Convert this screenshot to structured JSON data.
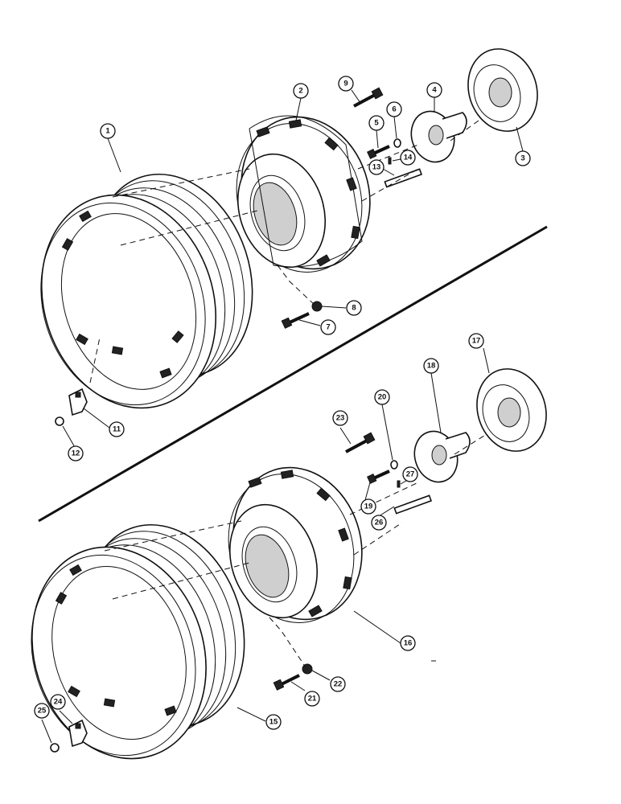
{
  "callouts": [
    {
      "id": "c1",
      "label": "1"
    },
    {
      "id": "c2",
      "label": "2"
    },
    {
      "id": "c3",
      "label": "3"
    },
    {
      "id": "c4",
      "label": "4"
    },
    {
      "id": "c5",
      "label": "5"
    },
    {
      "id": "c6",
      "label": "6"
    },
    {
      "id": "c7",
      "label": "7"
    },
    {
      "id": "c8",
      "label": "8"
    },
    {
      "id": "c9",
      "label": "9"
    },
    {
      "id": "c11",
      "label": "11"
    },
    {
      "id": "c12",
      "label": "12"
    },
    {
      "id": "c13",
      "label": "13"
    },
    {
      "id": "c14",
      "label": "14"
    },
    {
      "id": "c15",
      "label": "15"
    },
    {
      "id": "c16",
      "label": "16"
    },
    {
      "id": "c17",
      "label": "17"
    },
    {
      "id": "c18",
      "label": "18"
    },
    {
      "id": "c19",
      "label": "19"
    },
    {
      "id": "c20",
      "label": "20"
    },
    {
      "id": "c21",
      "label": "21"
    },
    {
      "id": "c22",
      "label": "22"
    },
    {
      "id": "c23",
      "label": "23"
    },
    {
      "id": "c24",
      "label": "24"
    },
    {
      "id": "c25",
      "label": "25"
    },
    {
      "id": "c26",
      "label": "26"
    },
    {
      "id": "c27",
      "label": "27"
    }
  ]
}
